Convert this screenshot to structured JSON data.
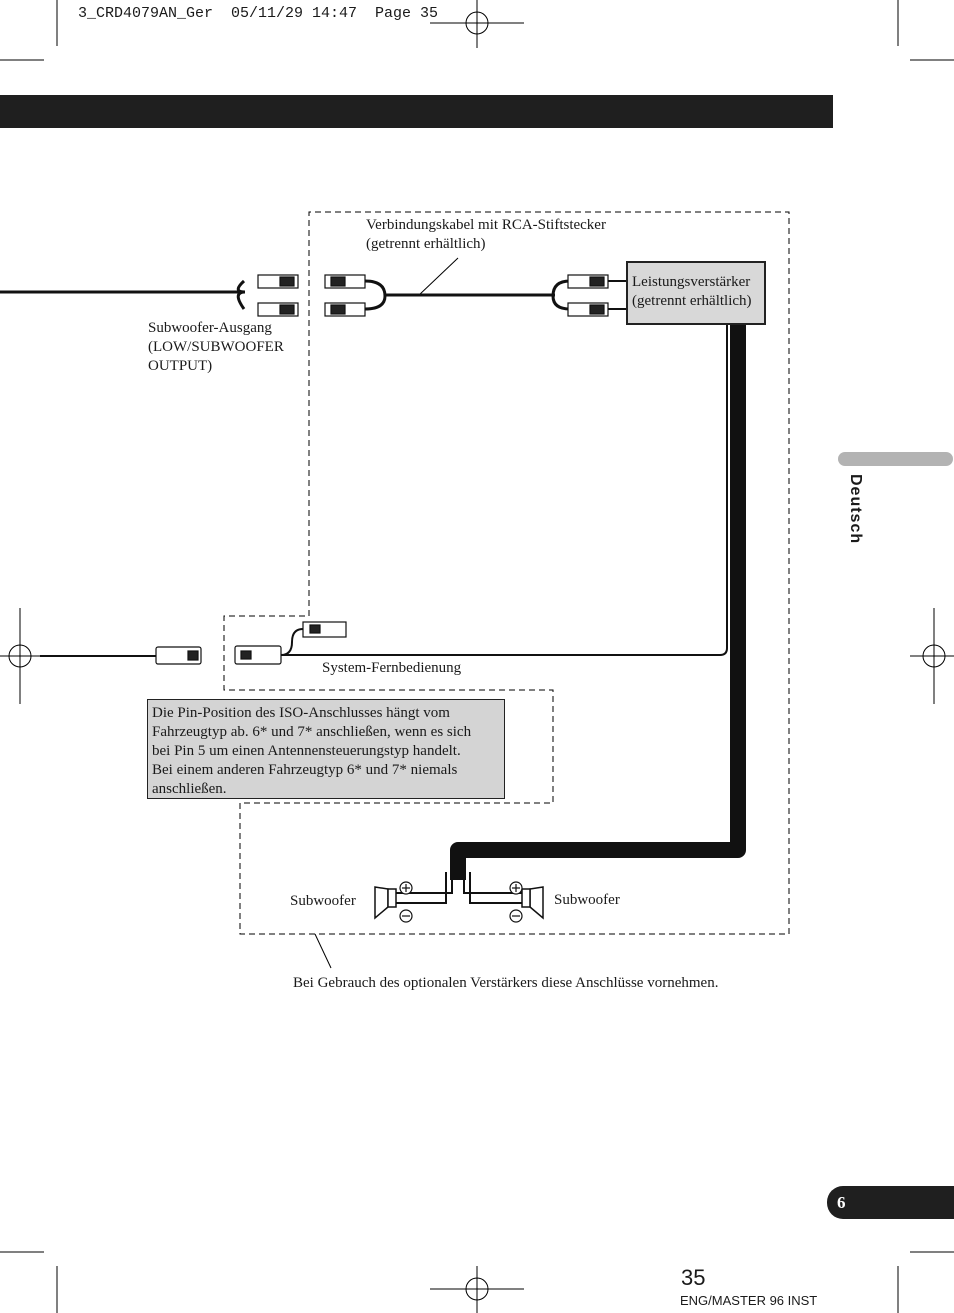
{
  "print_header": "3_CRD4079AN_Ger  05/11/29 14:47  Page 35",
  "labels": {
    "rca_cable": [
      "Verbindungskabel mit RCA-Stiftstecker",
      "(getrennt erhältlich)"
    ],
    "power_amp": [
      "Leistungsverstärker",
      "(getrennt erhältlich)"
    ],
    "subwoofer_output": [
      "Subwoofer-Ausgang",
      "(LOW/SUBWOOFER",
      "OUTPUT)"
    ],
    "system_remote": "System-Fernbedienung",
    "subwoofer_left": "Subwoofer",
    "subwoofer_right": "Subwoofer",
    "optional_amp_note": "Bei Gebrauch des optionalen Verstärkers diese Anschlüsse vornehmen."
  },
  "iso_note": [
    "Die Pin-Position des ISO-Anschlusses hängt vom",
    "Fahrzeugtyp ab. 6* und 7* anschließen, wenn es sich",
    "bei Pin 5 um einen Antennensteuerungstyp handelt.",
    "Bei einem anderen Fahrzeugtyp 6* und 7* niemals",
    "anschließen."
  ],
  "language_tab": "Deutsch",
  "section_number": "6",
  "page_number": "35",
  "footer_code": "ENG/MASTER 96 INST"
}
